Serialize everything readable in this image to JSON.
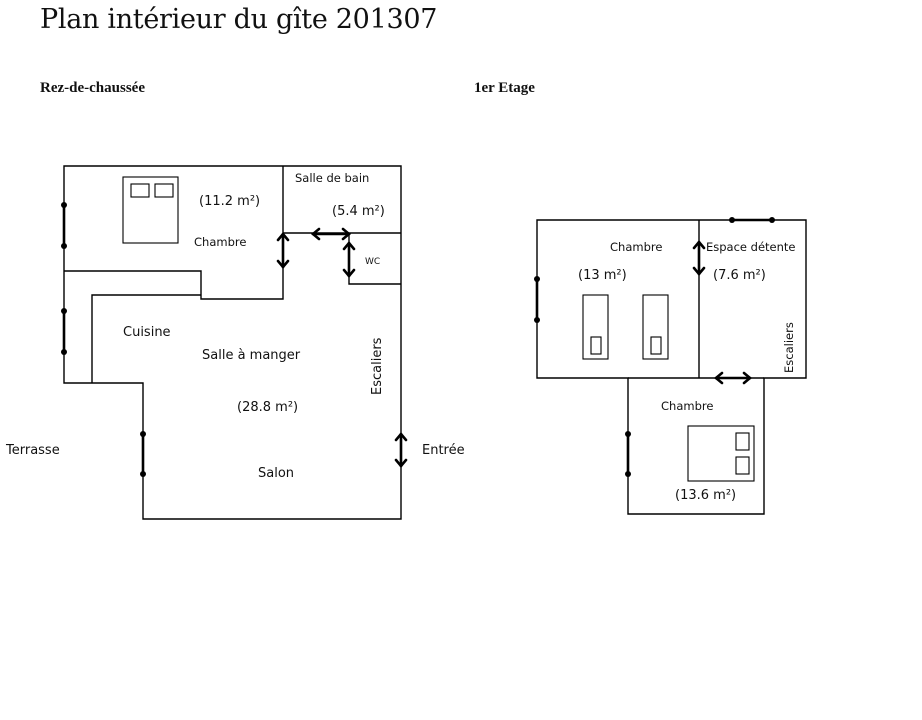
{
  "title": "Plan intérieur du gîte 201307",
  "floors": {
    "ground": {
      "label": "Rez-de-chaussée",
      "rooms": {
        "chambre": "Chambre",
        "chambre_area": "(11.2 m²)",
        "sdb": "Salle de bain",
        "sdb_area": "(5.4 m²)",
        "wc": "WC",
        "cuisine": "Cuisine",
        "salle": "Salle à manger",
        "salle_area": "(28.8 m²)",
        "escaliers": "Escaliers",
        "salon": "Salon"
      },
      "outside": {
        "terrasse": "Terrasse",
        "entree": "Entrée"
      }
    },
    "first": {
      "label": "1er Etage",
      "rooms": {
        "chambre1": "Chambre",
        "chambre1_area": "(13 m²)",
        "espace": "Espace détente",
        "espace_area": "(7.6 m²)",
        "escaliers": "Escaliers",
        "chambre2": "Chambre",
        "chambre2_area": "(13.6 m²)"
      }
    }
  }
}
